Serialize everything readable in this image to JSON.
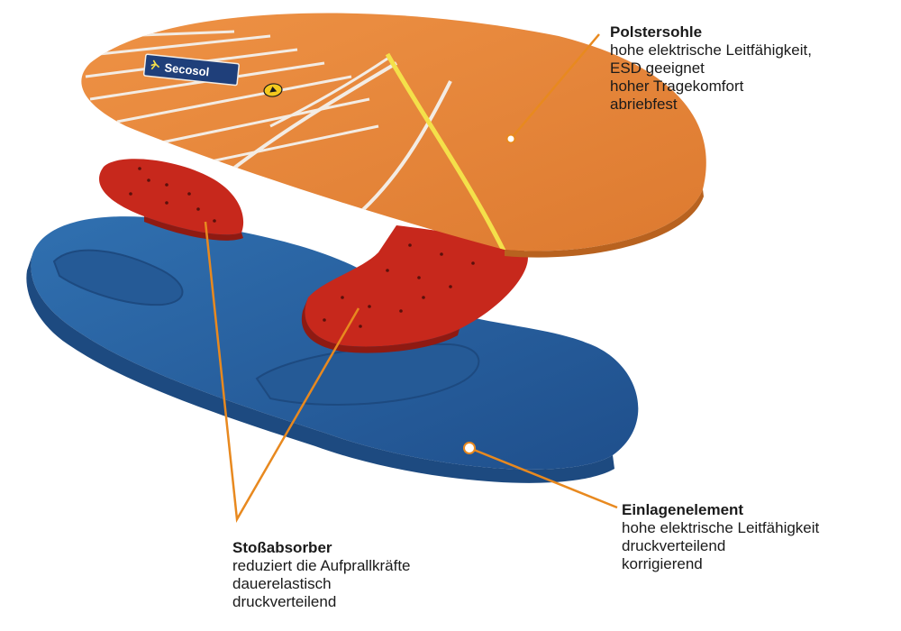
{
  "brand": {
    "logo_text": "Secosol",
    "logo_mark": "running-person-logo",
    "esd_badge": "esd-warning-badge"
  },
  "callouts": {
    "polster": {
      "title": "Polstersohle",
      "lines": [
        "hohe elektrische Leitfähigkeit,",
        "ESD geeignet",
        "hoher Tragekomfort",
        "abriebfest"
      ]
    },
    "einlage": {
      "title": "Einlagenelement",
      "lines": [
        "hohe elektrische Leitfähigkeit",
        "druckverteilend",
        "korrigierend"
      ]
    },
    "stoss": {
      "title": "Stoßabsorber",
      "lines": [
        "reduziert die Aufprallkräfte",
        "dauerelastisch",
        "druckverteilend"
      ]
    }
  },
  "colors": {
    "accent_line": "#e8891f",
    "base_blue": "#2a5f9e",
    "base_blue_dark": "#1d4a80",
    "absorber_red": "#c7281c",
    "topsheet_orange": "#e9843a",
    "stripe_white": "#f3ece4",
    "stripe_yellow": "#f4e04a",
    "logo_bg": "#1f3f7a"
  }
}
